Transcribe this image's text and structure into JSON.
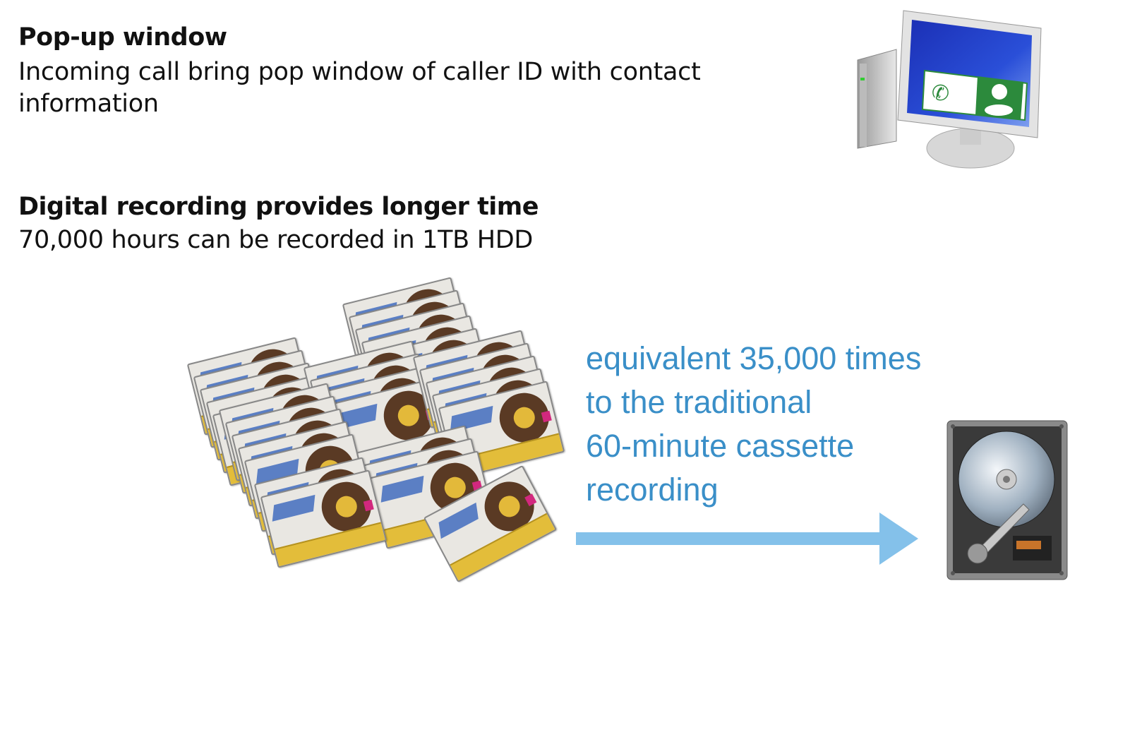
{
  "popup": {
    "title": "Pop-up window",
    "line1": "Incoming call bring pop window of caller ID with contact",
    "line2": "information"
  },
  "recording": {
    "title": "Digital recording provides longer time",
    "subtitle": "70,000 hours can be recorded in 1TB HDD"
  },
  "comparison": {
    "lines": [
      "equivalent 35,000 times",
      "to the traditional",
      "60-minute cassette",
      "recording"
    ],
    "color": "#3a8fc8"
  },
  "icons": {
    "computer": "computer-with-caller-id-icon",
    "cassettes": "cassette-stack-icon",
    "arrow": "arrow-right-icon",
    "hdd": "hard-disk-drive-icon"
  }
}
